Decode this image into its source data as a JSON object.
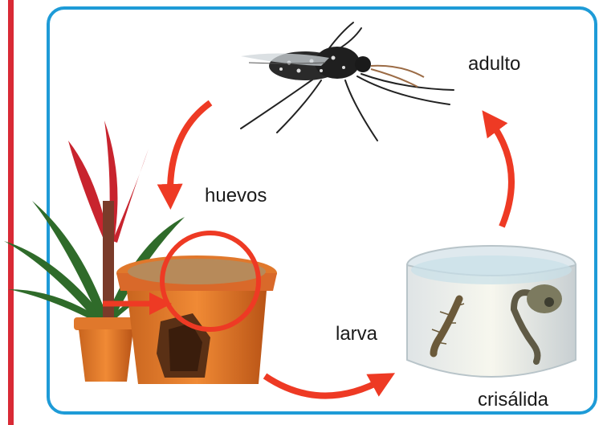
{
  "diagram": {
    "labels": {
      "adult": "adulto",
      "eggs": "huevos",
      "larva": "larva",
      "pupa": "crisálida"
    },
    "colors": {
      "frame": "#1e9bd7",
      "side_bar": "#d92a35",
      "arrows": "#ee3a24",
      "highlight_circle": "#ee3a24"
    },
    "icons": [
      "mosquito-icon",
      "bromeliad-plant-icon",
      "flower-pot-icon",
      "water-container-icon",
      "larva-icon",
      "pupa-icon"
    ]
  }
}
